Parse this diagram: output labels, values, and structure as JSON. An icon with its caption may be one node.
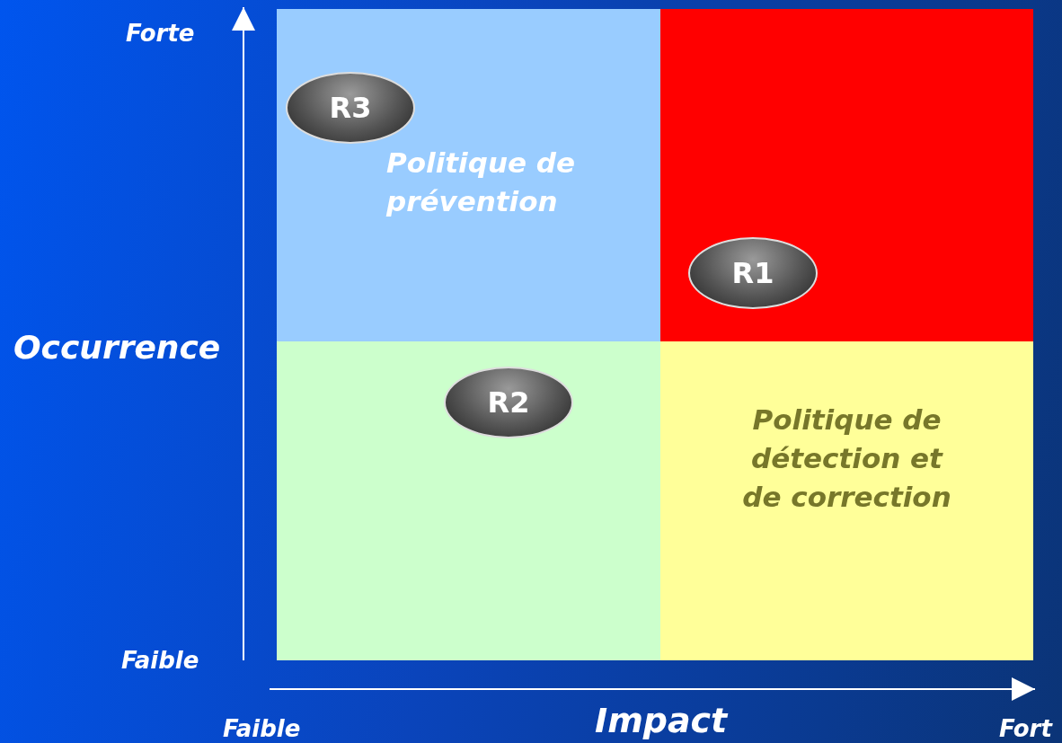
{
  "diagram": {
    "nodes": [
      {
        "text": [
          "Politique de prévention"
        ]
      },
      {
        "text": [
          "R3"
        ],
        "in": 0
      },
      {
        "text": [],
        "shape": "box"
      },
      {
        "text": [
          "R1"
        ],
        "in": 2
      },
      {
        "text": [],
        "shape": "box"
      },
      {
        "text": [
          "R2"
        ],
        "in": 4
      },
      {
        "text": [
          "Politique de détection et de correction"
        ]
      }
    ],
    "edges": [],
    "labels": [
      "Forte",
      "Occurrence",
      "Faible",
      "Faible",
      "Impact",
      "Fort"
    ]
  }
}
